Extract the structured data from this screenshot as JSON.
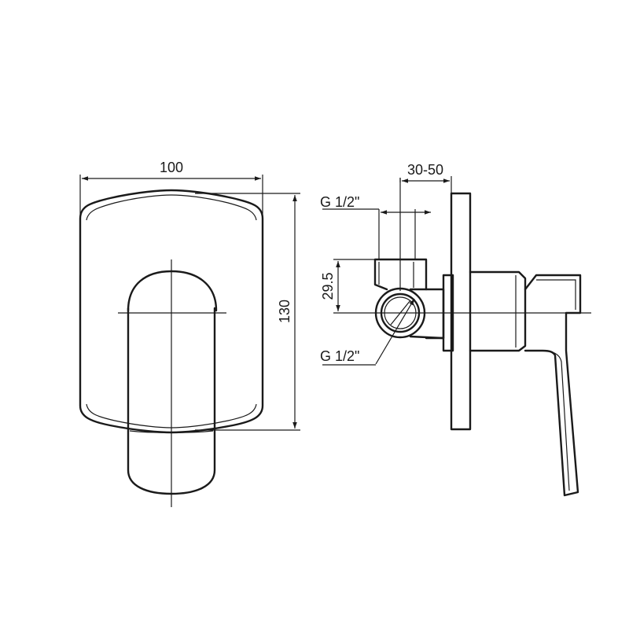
{
  "dimensions": {
    "width_label": "100",
    "height_label": "130",
    "depth_label": "30-50",
    "offset_label": "29.5",
    "thread_top_label": "G 1/2\"",
    "thread_bottom_label": "G 1/2\""
  }
}
